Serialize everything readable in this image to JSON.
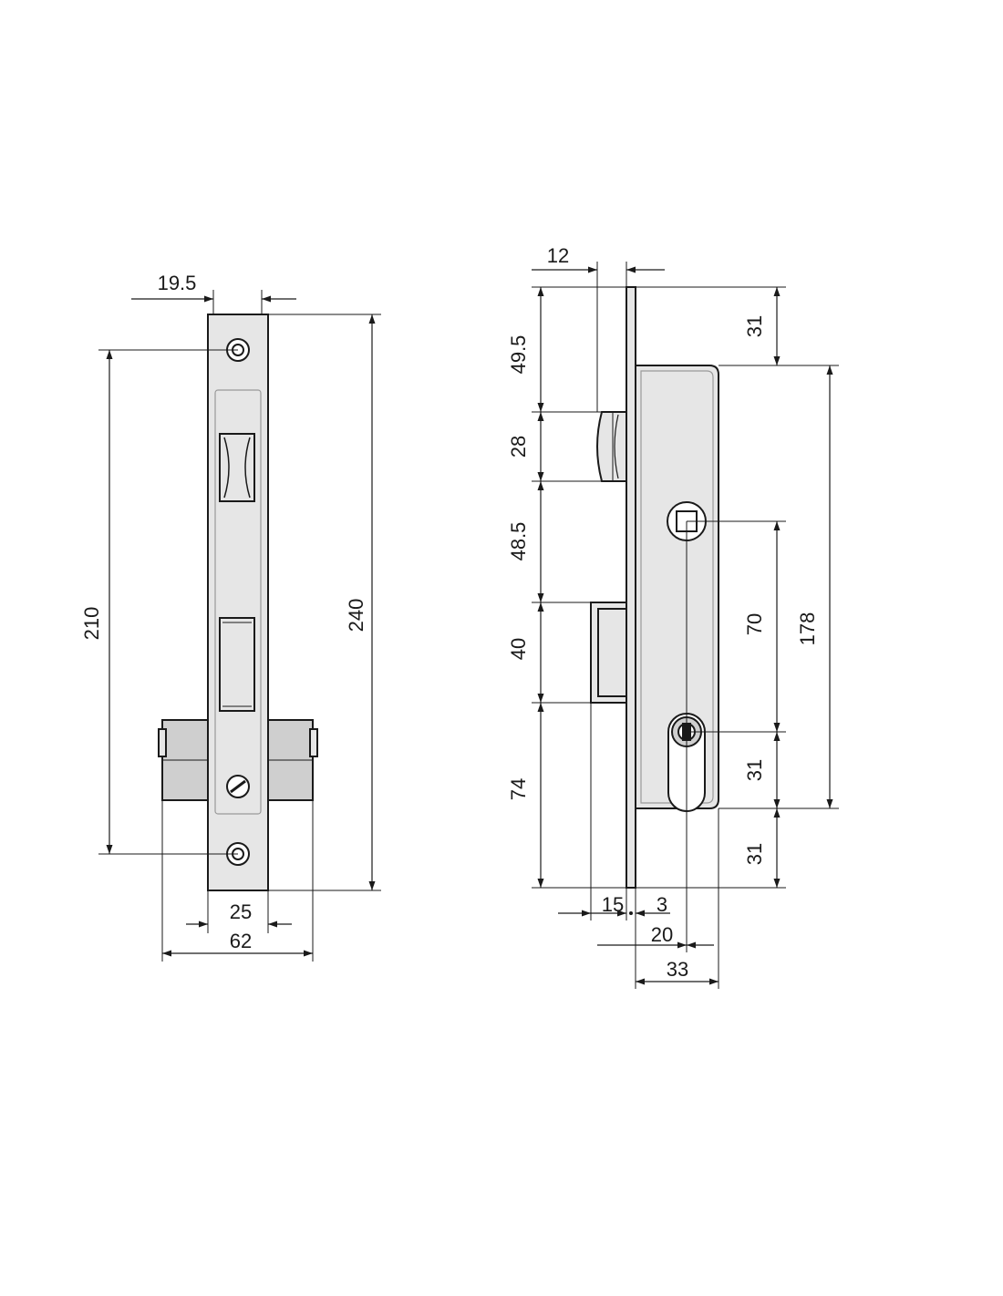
{
  "drawing": {
    "front_view": {
      "dimensions": {
        "faceplate_width": "19.5",
        "screw_hole_spacing": "210",
        "faceplate_height": "240",
        "inner_width": "25",
        "overall_width": "62"
      }
    },
    "side_view": {
      "dimensions": {
        "bolt_projection": "12",
        "top_to_latch": "49.5",
        "latch_height": "28",
        "latch_to_bolt": "48.5",
        "bolt_height": "40",
        "bolt_to_bottom": "74",
        "plate_to_case_top": "31",
        "case_height": "178",
        "spindle_to_cylinder": "70",
        "cylinder_to_case_bottom": "31",
        "case_bottom_to_plate_end": "31",
        "backset_15": "15",
        "plate_thickness": "3",
        "backset": "20",
        "case_depth": "33"
      }
    }
  }
}
